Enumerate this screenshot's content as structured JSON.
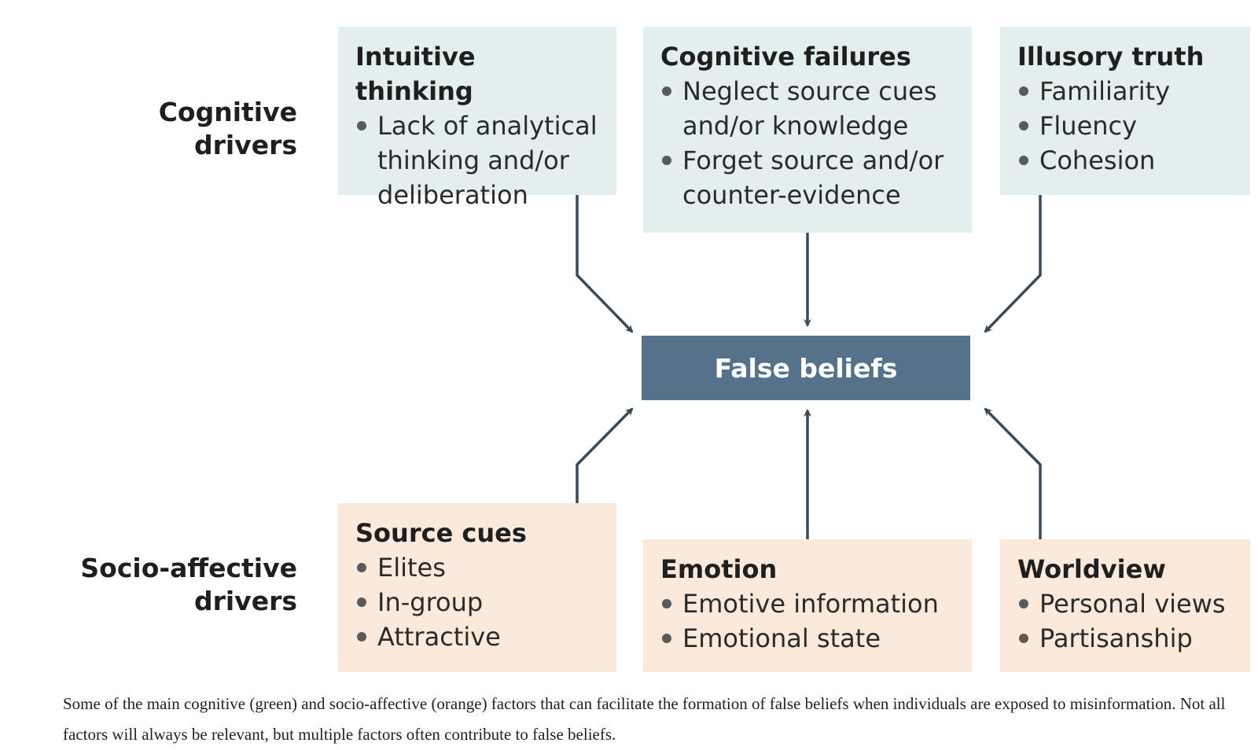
{
  "row_labels": {
    "cognitive": "Cognitive drivers",
    "socio_line1": "Socio-affective",
    "socio_line2": "drivers"
  },
  "cognitive_boxes": [
    {
      "title": "Intuitive thinking",
      "items": [
        "Lack of analytical thinking and/or deliberation"
      ]
    },
    {
      "title": "Cognitive failures",
      "items": [
        "Neglect source cues and/or knowledge",
        "Forget source and/or counter-evidence"
      ]
    },
    {
      "title": "Illusory truth",
      "items": [
        "Familiarity",
        "Fluency",
        "Cohesion"
      ]
    }
  ],
  "socio_boxes": [
    {
      "title": "Source cues",
      "items": [
        "Elites",
        "In-group",
        "Attractive"
      ]
    },
    {
      "title": "Emotion",
      "items": [
        "Emotive information",
        "Emotional state"
      ]
    },
    {
      "title": "Worldview",
      "items": [
        "Personal views",
        "Partisanship"
      ]
    }
  ],
  "center": {
    "label": "False beliefs"
  },
  "colors": {
    "cognitive_fill": "#e2efee",
    "socio_fill": "#fbeadb",
    "center_fill": "#56718a",
    "arrow": "#3a4a56"
  },
  "caption": "Some of the main cognitive (green) and socio-affective (orange) factors that can facilitate the formation of false beliefs when individuals are exposed to misinformation. Not all factors will always be relevant, but multiple factors often contribute to false beliefs."
}
